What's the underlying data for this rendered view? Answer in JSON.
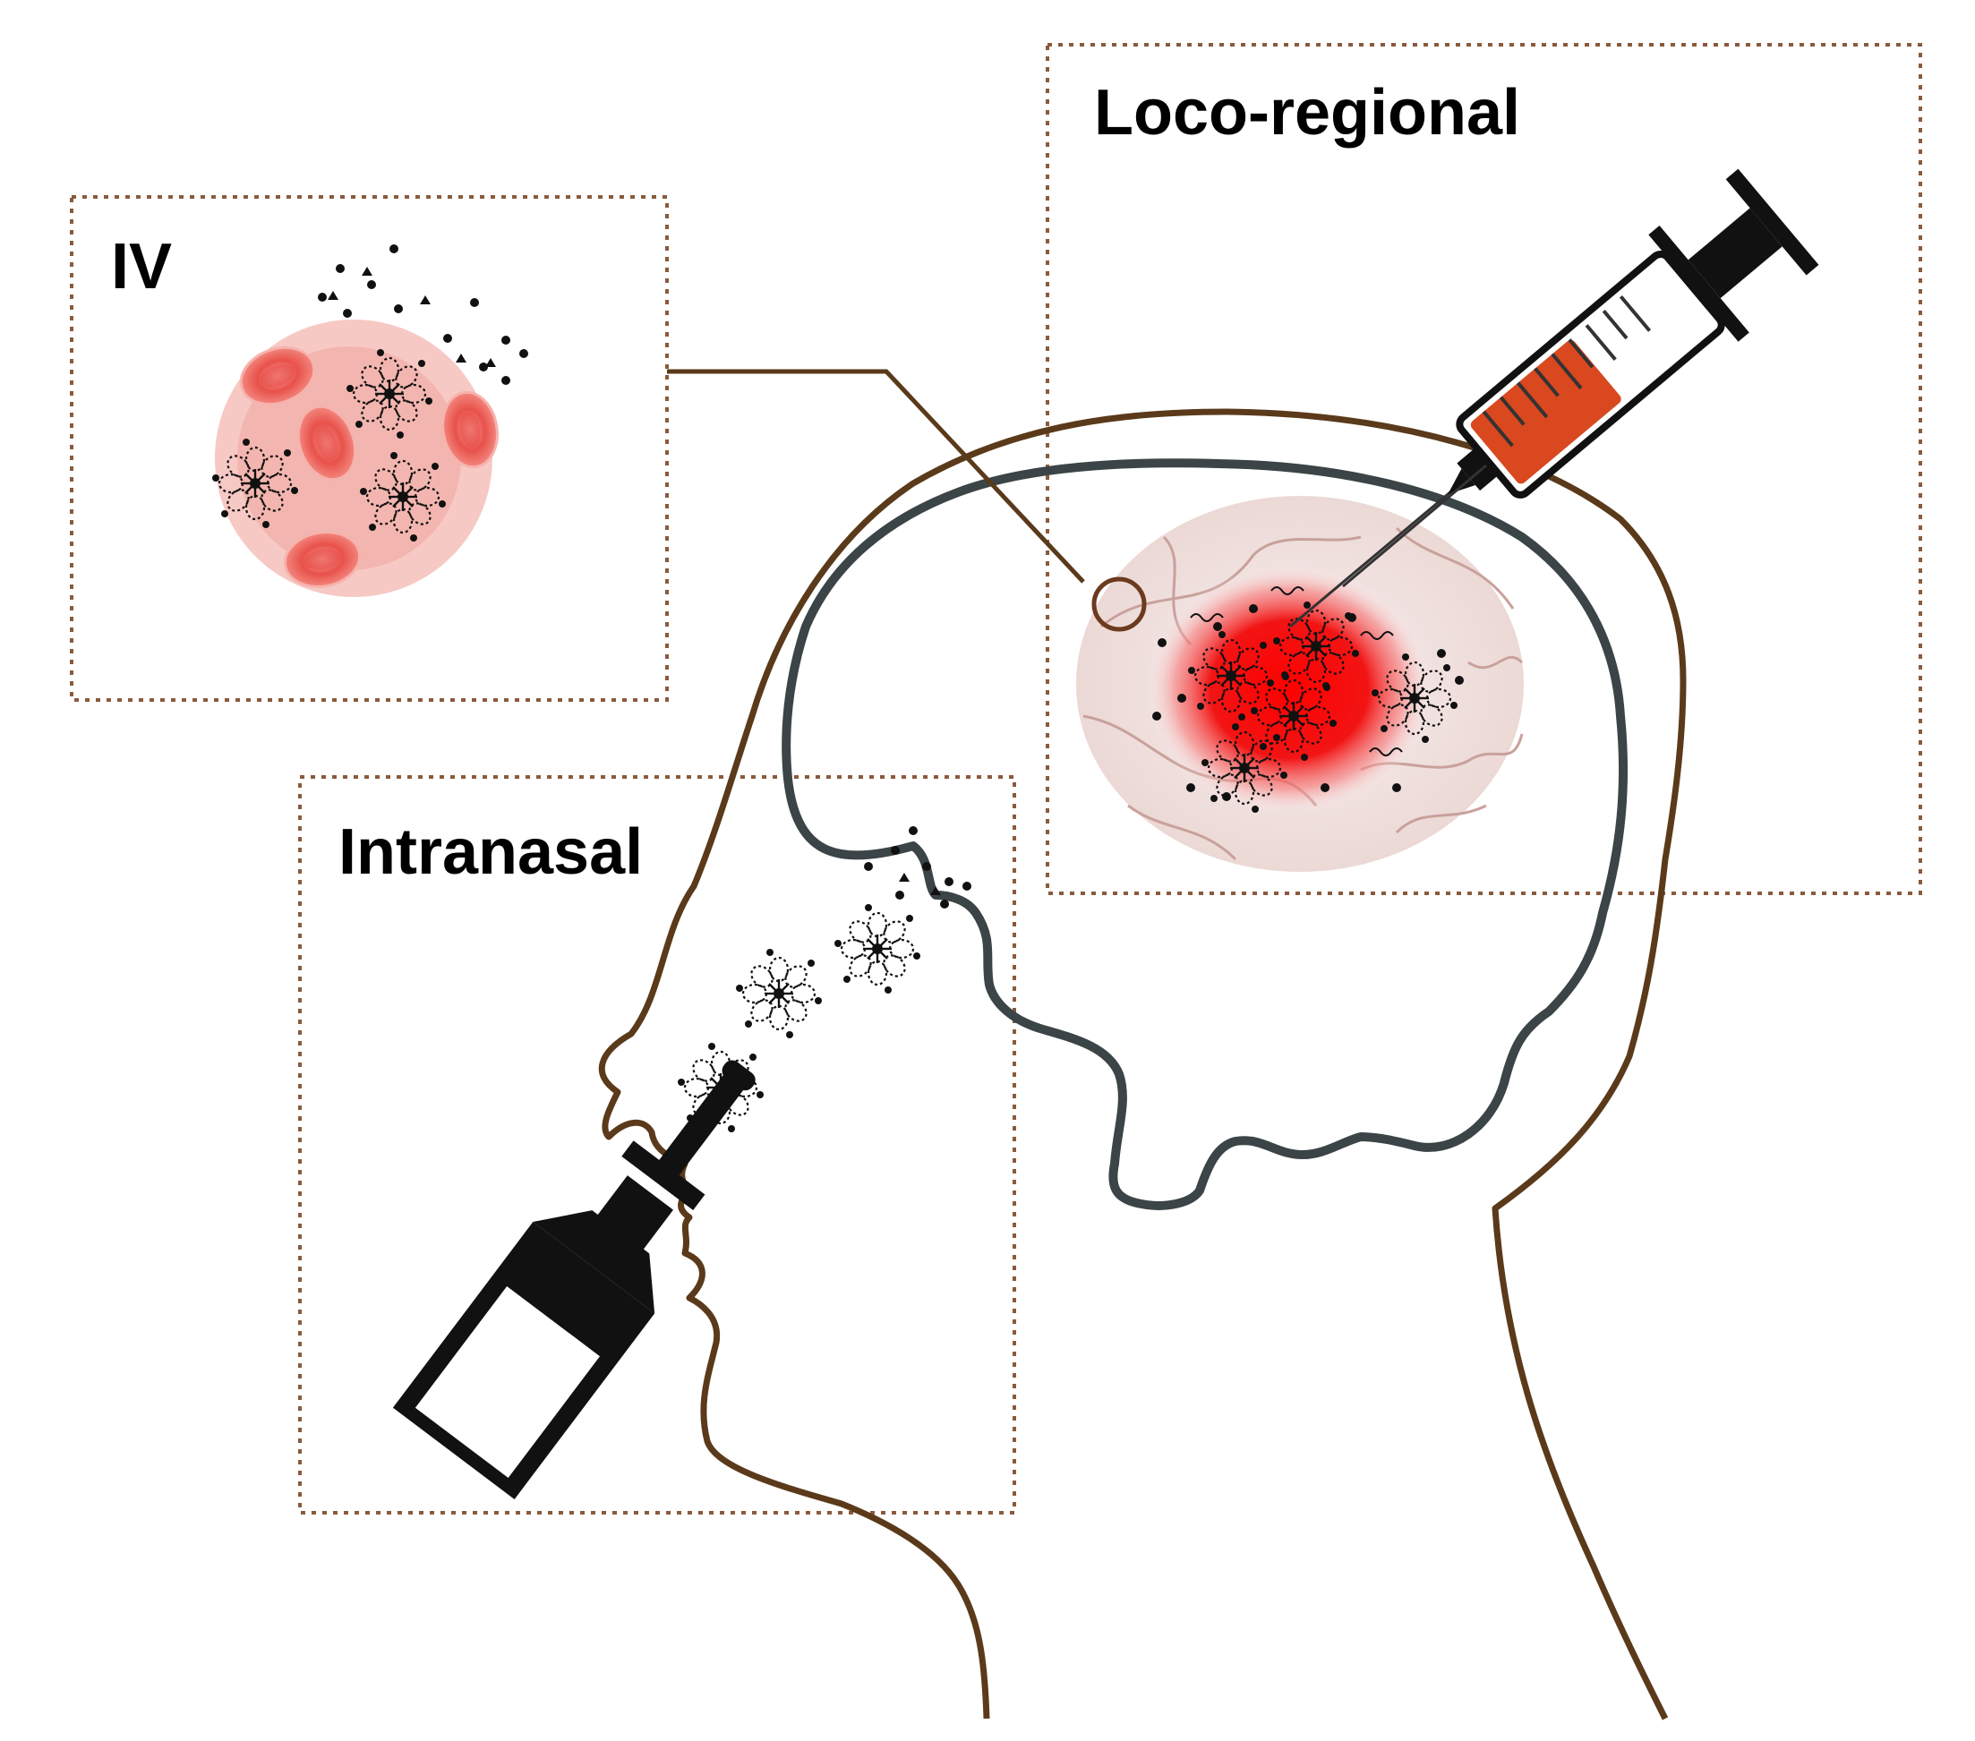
{
  "panels": {
    "iv": {
      "label": "IV"
    },
    "loco_regional": {
      "label": "Loco-regional"
    },
    "intranasal": {
      "label": "Intranasal"
    }
  },
  "colors": {
    "head_outline": "#5a3a1a",
    "brain_outline": "#3b4446",
    "panel_border": "#8a5a3c",
    "blood_plasma": "#f7c9c4",
    "red_blood_cell": "#e8514a",
    "tumor": "#ff0000",
    "syringe_fill": "#d9481e"
  },
  "icons": [
    "syringe-icon",
    "nasal-spray-icon",
    "red-blood-cell-icon",
    "nanoparticle-icon"
  ]
}
